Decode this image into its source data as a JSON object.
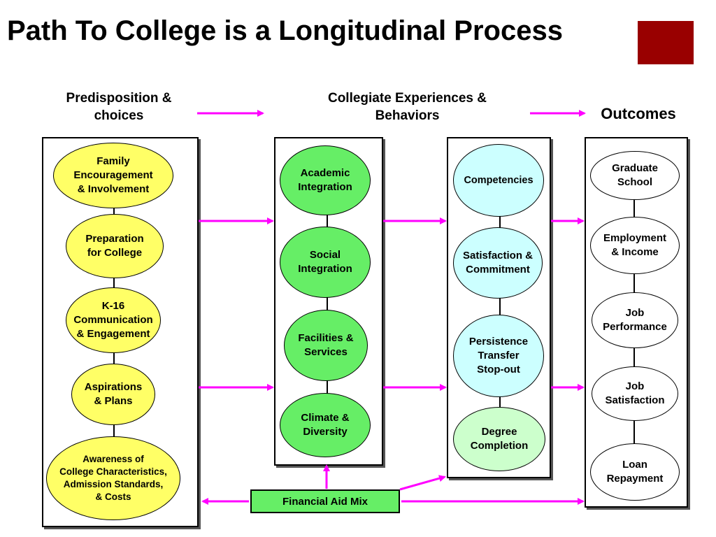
{
  "title": "Path To College is a Longitudinal Process",
  "headers": {
    "predisposition": "Predisposition &\nchoices",
    "collegiate": "Collegiate Experiences &\nBehaviors",
    "outcomes": "Outcomes"
  },
  "columns": {
    "predisposition": [
      {
        "label": "Family\nEncouragement\n& Involvement"
      },
      {
        "label": "Preparation\nfor College"
      },
      {
        "label": "K-16\nCommunication\n& Engagement"
      },
      {
        "label": "Aspirations\n& Plans"
      },
      {
        "label": "Awareness of\nCollege Characteristics,\nAdmission Standards,\n& Costs"
      }
    ],
    "integration": [
      {
        "label": "Academic\nIntegration"
      },
      {
        "label": "Social\nIntegration"
      },
      {
        "label": "Facilities &\nServices"
      },
      {
        "label": "Climate &\nDiversity"
      }
    ],
    "behaviors": [
      {
        "label": "Competencies"
      },
      {
        "label": "Satisfaction &\nCommitment"
      },
      {
        "label": "Persistence\nTransfer\nStop-out"
      },
      {
        "label": "Degree\nCompletion"
      }
    ],
    "outcomes": [
      {
        "label": "Graduate\nSchool"
      },
      {
        "label": "Employment\n& Income"
      },
      {
        "label": "Job\nPerformance"
      },
      {
        "label": "Job\nSatisfaction"
      },
      {
        "label": "Loan\nRepayment"
      }
    ]
  },
  "financial_aid": "Financial Aid Mix",
  "colors": {
    "accent": "#990000",
    "arrow": "#ff00ff",
    "yellow_node": "#ffff66",
    "green_node": "#66ee66",
    "cyan_node": "#ccffff",
    "mint_node": "#ccffcc"
  }
}
